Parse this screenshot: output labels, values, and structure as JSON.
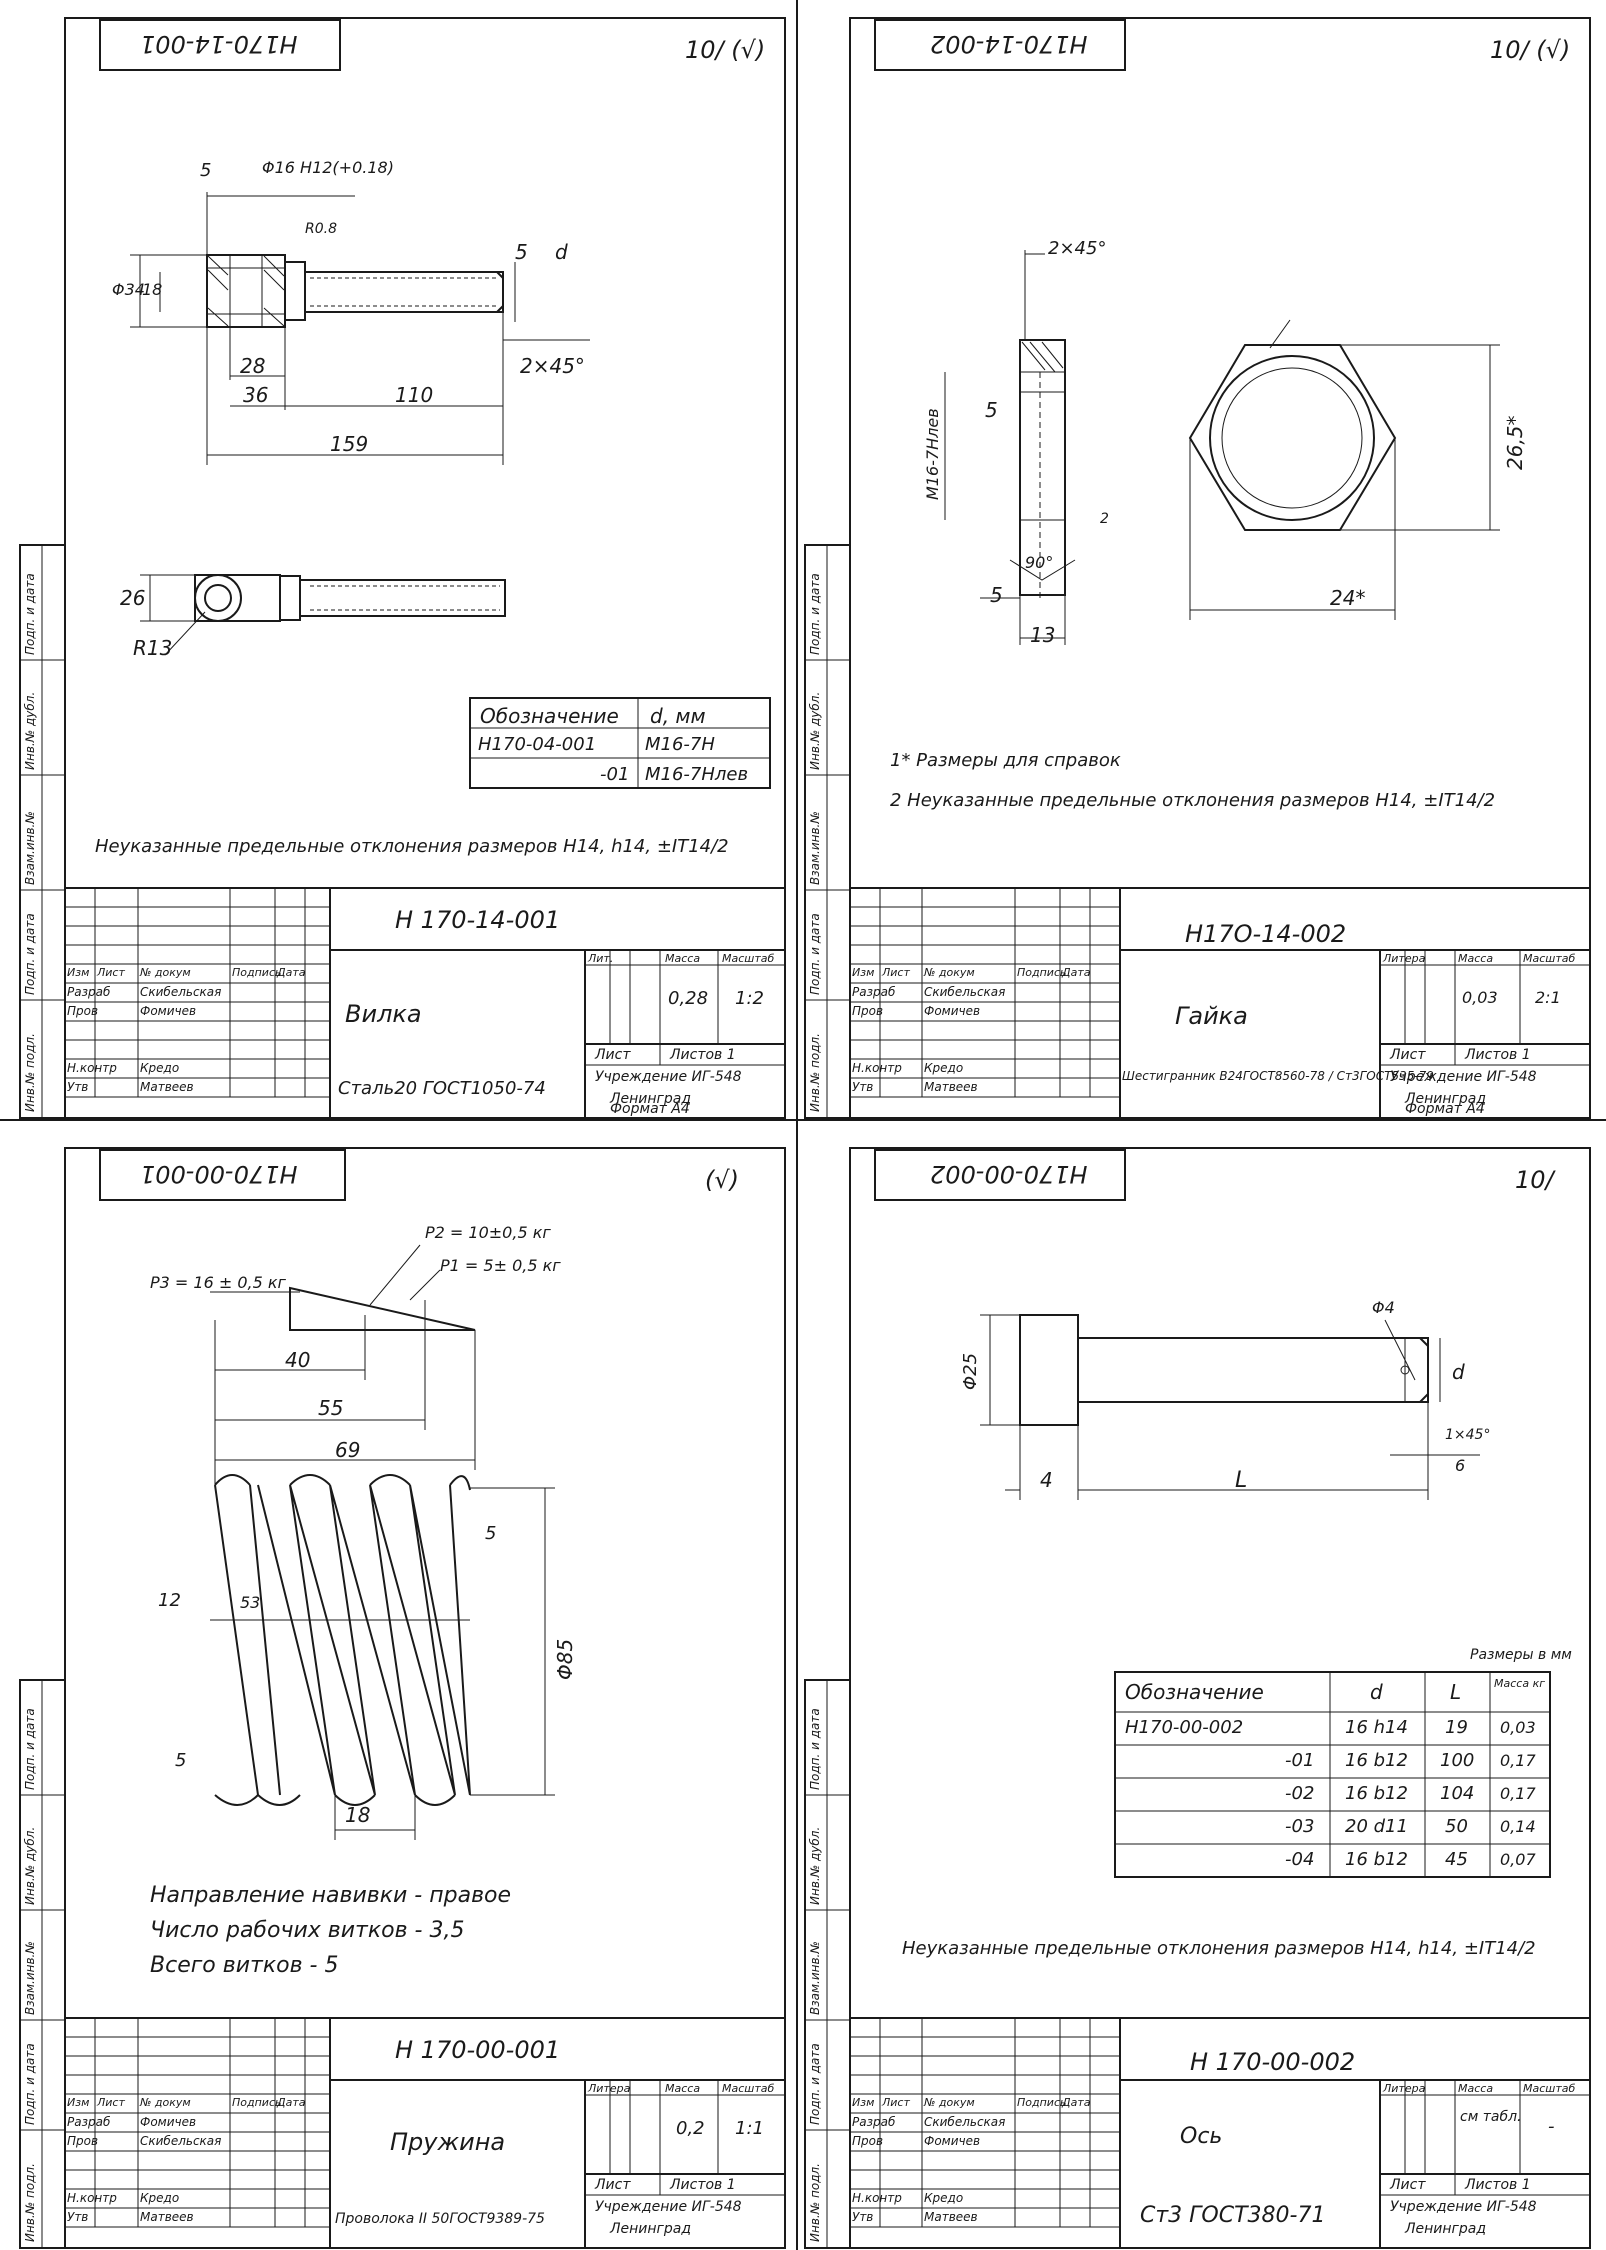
{
  "sheets": {
    "s1": {
      "corner_code": "H170-14-001",
      "roughness": "10/ (√)",
      "dims": {
        "bore": "Φ16 H12(+0.18)",
        "r1": "R0.8",
        "d34": "Φ34",
        "d18": "18",
        "c5a": "5",
        "c5b": "5",
        "d": "d",
        "l28": "28",
        "l36": "36",
        "l110": "110",
        "l159": "159",
        "chamfer": "2×45°",
        "w26": "26",
        "r13": "R13"
      },
      "table": {
        "h1": "Обозначение",
        "h2": "d, мм",
        "rows": [
          {
            "a": "Н170-04-001",
            "b": "М16-7Н"
          },
          {
            "a": "-01",
            "b": "М16-7Нлев"
          }
        ]
      },
      "note": "Неуказанные предельные отклонения размеров Н14, h14, ±IT14/2",
      "title_block": {
        "code": "Н 170-14-001",
        "name": "Вилка",
        "material": "Сталь20 ГОСТ1050-74",
        "lit": "Лит.",
        "mass_h": "Масса",
        "scale_h": "Масштаб",
        "mass": "0,28",
        "scale": "1:2",
        "sheet": "Лист",
        "sheets": "Листов 1",
        "org": "Учреждение ИГ-548",
        "city": "Ленинград",
        "roles": [
          {
            "r": "Разраб",
            "n": "Скибельская"
          },
          {
            "r": "Пров",
            "n": "Фомичев"
          },
          {
            "r": "",
            "n": ""
          },
          {
            "r": "Н.контр",
            "n": "Кредо"
          },
          {
            "r": "Утв",
            "n": "Матвеев"
          }
        ],
        "hdr": [
          "Изм",
          "Лист",
          "№ докум",
          "Подпись",
          "Дата"
        ],
        "format": "Формат А4"
      }
    },
    "s2": {
      "corner_code": "H170-14-002",
      "roughness": "10/ (√)",
      "dims": {
        "chamfer": "2×45°",
        "thread": "М16-7Нлев",
        "c5": "5",
        "c2": "2",
        "a90": "90°",
        "l5": "5",
        "l13": "13",
        "h265": "26,5*",
        "w24": "24*"
      },
      "notes": [
        "1* Размеры для справок",
        "2 Неуказанные предельные отклонения размеров Н14, ±IT14/2"
      ],
      "title_block": {
        "code": "Н17О-14-002",
        "name": "Гайка",
        "material": "Шестигранник В24ГОСТ8560-78 / Ст3ГОСТ535-79",
        "lit": "Литера",
        "mass_h": "Масса",
        "scale_h": "Масштаб",
        "mass": "0,03",
        "scale": "2:1",
        "sheet": "Лист",
        "sheets": "Листов 1",
        "org": "Учреждение ИГ-548",
        "city": "Ленинград",
        "roles": [
          {
            "r": "Разраб",
            "n": "Скибельская"
          },
          {
            "r": "Пров",
            "n": "Фомичев"
          },
          {
            "r": "",
            "n": ""
          },
          {
            "r": "Н.контр",
            "n": "Кредо"
          },
          {
            "r": "Утв",
            "n": "Матвеев"
          }
        ],
        "hdr": [
          "Изм",
          "Лист",
          "№ докум",
          "Подпись",
          "Дата"
        ],
        "format": "Формат А4"
      }
    },
    "s3": {
      "corner_code": "H170-00-001",
      "roughness": "(√)",
      "dims": {
        "p2": "P2 = 10±0,5 кг",
        "p3": "P3 = 16 ± 0,5 кг",
        "p1": "P1 = 5± 0,5 кг",
        "l40": "40",
        "l55": "55",
        "l69": "69",
        "t12": "12",
        "t53": "53",
        "d85": "Φ85",
        "p18": "18",
        "c5a": "5",
        "c5b": "5"
      },
      "notes": [
        "Направление навивки - правое",
        "Число рабочих витков - 3,5",
        "Всего витков          - 5"
      ],
      "title_block": {
        "code": "Н 170-00-001",
        "name": "Пружина",
        "material": "Проволока II 50ГОСТ9389-75",
        "lit": "Литера",
        "mass_h": "Масса",
        "scale_h": "Масштаб",
        "mass": "0,2",
        "scale": "1:1",
        "sheet": "Лист",
        "sheets": "Листов 1",
        "org": "Учреждение ИГ-548",
        "city": "Ленинград",
        "roles": [
          {
            "r": "Разраб",
            "n": "Фомичев"
          },
          {
            "r": "Пров",
            "n": "Скибельская"
          },
          {
            "r": "",
            "n": ""
          },
          {
            "r": "Н.контр",
            "n": "Кредо"
          },
          {
            "r": "Утв",
            "n": "Матвеев"
          }
        ],
        "hdr": [
          "Изм",
          "Лист",
          "№ докум",
          "Подпись",
          "Дата"
        ]
      }
    },
    "s4": {
      "corner_code": "H170-00-002",
      "roughness": "10/",
      "dims": {
        "d25": "Φ25",
        "d4": "Φ4",
        "d": "d",
        "chamfer": "1×45°",
        "l6": "6",
        "l4": "4",
        "L": "L"
      },
      "units_note": "Размеры в мм",
      "table": {
        "h1": "Обозначение",
        "h2": "d",
        "h3": "L",
        "h4": "Масса кг",
        "rows": [
          {
            "a": "Н170-00-002",
            "b": "16 h14",
            "c": "19",
            "m": "0,03"
          },
          {
            "a": "-01",
            "b": "16 b12",
            "c": "100",
            "m": "0,17"
          },
          {
            "a": "-02",
            "b": "16 b12",
            "c": "104",
            "m": "0,17"
          },
          {
            "a": "-03",
            "b": "20 d11",
            "c": "50",
            "m": "0,14"
          },
          {
            "a": "-04",
            "b": "16 b12",
            "c": "45",
            "m": "0,07"
          }
        ]
      },
      "note": "Неуказанные предельные отклонения размеров Н14, h14, ±IT14/2",
      "title_block": {
        "code": "Н 170-00-002",
        "name": "Ось",
        "material": "Ст3 ГОСТ380-71",
        "lit": "Литера",
        "mass_h": "Масса",
        "scale_h": "Масштаб",
        "mass": "см табл.",
        "scale": "-",
        "sheet": "Лист",
        "sheets": "Листов 1",
        "org": "Учреждение ИГ-548",
        "city": "Ленинград",
        "roles": [
          {
            "r": "Разраб",
            "n": "Скибельская"
          },
          {
            "r": "Пров",
            "n": "Фомичев"
          },
          {
            "r": "",
            "n": ""
          },
          {
            "r": "Н.контр",
            "n": "Кредо"
          },
          {
            "r": "Утв",
            "n": "Матвеев"
          }
        ],
        "hdr": [
          "Изм",
          "Лист",
          "№ докум",
          "Подпись",
          "Дата"
        ]
      }
    }
  },
  "side_labels": [
    "Инв.№ подл.",
    "Подп. и дата",
    "Взам.инв.№",
    "Инв.№ дубл.",
    "Подп. и дата"
  ]
}
